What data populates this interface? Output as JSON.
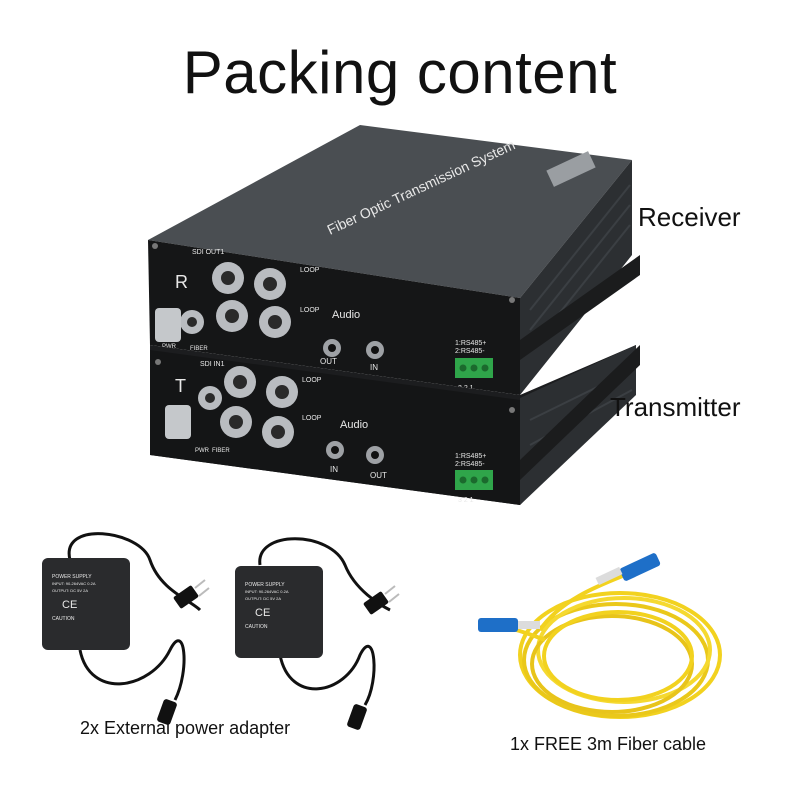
{
  "title": "Packing content",
  "labels": {
    "receiver": "Receiver",
    "transmitter": "Transmitter"
  },
  "captions": {
    "power_adapter": "2x External power adapter",
    "fiber_cable": "1x FREE 3m Fiber cable"
  },
  "device": {
    "top_text": "Fiber Optic Transmission System",
    "receiver_letter": "R",
    "transmitter_letter": "T",
    "receiver_sdi": "SDI OUT1",
    "transmitter_sdi": "SDI IN1",
    "loop": "LOOP",
    "audio": "Audio",
    "out": "OUT",
    "in": "IN",
    "pwr": "PWR",
    "fiber": "FIBER",
    "rs485_p": "1:RS485+",
    "rs485_m": "2:RS485-",
    "pins": "3  2  1"
  },
  "adapter": {
    "line1": "POWER SUPPLY",
    "line2": "INPUT: 90-264VAC 0.2A",
    "line3": "OUTPUT: DC 5V 2A",
    "ce": "CE",
    "caution": "CAUTION"
  },
  "colors": {
    "device_body": "#3a3d40",
    "device_front": "#151617",
    "bnc": "#b9bcc0",
    "terminal": "#2fa54a",
    "cable": "#f2d21f",
    "connector": "#1e6fc8"
  }
}
